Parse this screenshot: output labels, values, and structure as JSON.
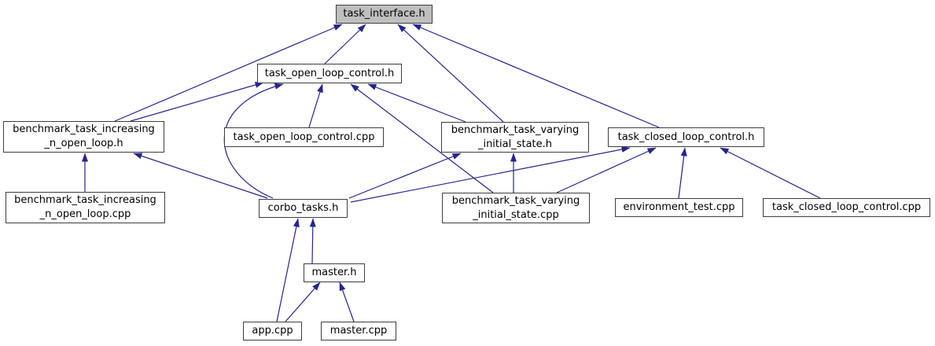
{
  "graph": {
    "title": "task_interface.h include dependency graph",
    "style": {
      "edge_color": "#24248f",
      "node_border_color": "#3d3d3d",
      "node_fill": "#ffffff",
      "root_fill": "#bfbfbf",
      "background": "#ffffff"
    },
    "nodes": [
      {
        "id": "task_interface.h",
        "label": "task_interface.h",
        "is_root": true
      },
      {
        "id": "task_open_loop_control.h",
        "label": "task_open_loop_control.h",
        "is_root": false
      },
      {
        "id": "task_open_loop_control.cpp",
        "label": "task_open_loop_control.cpp",
        "is_root": false
      },
      {
        "id": "benchmark_task_increasing_n_open_loop.h",
        "label": "benchmark_task_increasing\n_n_open_loop.h",
        "is_root": false
      },
      {
        "id": "benchmark_task_increasing_n_open_loop.cpp",
        "label": "benchmark_task_increasing\n_n_open_loop.cpp",
        "is_root": false
      },
      {
        "id": "benchmark_task_varying_initial_state.h",
        "label": "benchmark_task_varying\n_initial_state.h",
        "is_root": false
      },
      {
        "id": "benchmark_task_varying_initial_state.cpp",
        "label": "benchmark_task_varying\n_initial_state.cpp",
        "is_root": false
      },
      {
        "id": "task_closed_loop_control.h",
        "label": "task_closed_loop_control.h",
        "is_root": false
      },
      {
        "id": "environment_test.cpp",
        "label": "environment_test.cpp",
        "is_root": false
      },
      {
        "id": "task_closed_loop_control.cpp",
        "label": "task_closed_loop_control.cpp",
        "is_root": false
      },
      {
        "id": "corbo_tasks.h",
        "label": "corbo_tasks.h",
        "is_root": false
      },
      {
        "id": "master.h",
        "label": "master.h",
        "is_root": false
      },
      {
        "id": "app.cpp",
        "label": "app.cpp",
        "is_root": false
      },
      {
        "id": "master.cpp",
        "label": "master.cpp",
        "is_root": false
      }
    ],
    "edges": [
      {
        "from": "task_open_loop_control.h",
        "to": "task_interface.h"
      },
      {
        "from": "benchmark_task_increasing_n_open_loop.h",
        "to": "task_interface.h"
      },
      {
        "from": "benchmark_task_varying_initial_state.h",
        "to": "task_interface.h"
      },
      {
        "from": "task_closed_loop_control.h",
        "to": "task_interface.h"
      },
      {
        "from": "benchmark_task_increasing_n_open_loop.h",
        "to": "task_open_loop_control.h"
      },
      {
        "from": "task_open_loop_control.cpp",
        "to": "task_open_loop_control.h"
      },
      {
        "from": "corbo_tasks.h",
        "to": "task_open_loop_control.h"
      },
      {
        "from": "benchmark_task_varying_initial_state.h",
        "to": "task_open_loop_control.h"
      },
      {
        "from": "benchmark_task_varying_initial_state.cpp",
        "to": "task_open_loop_control.h"
      },
      {
        "from": "benchmark_task_increasing_n_open_loop.cpp",
        "to": "benchmark_task_increasing_n_open_loop.h"
      },
      {
        "from": "corbo_tasks.h",
        "to": "benchmark_task_increasing_n_open_loop.h"
      },
      {
        "from": "benchmark_task_varying_initial_state.cpp",
        "to": "benchmark_task_varying_initial_state.h"
      },
      {
        "from": "corbo_tasks.h",
        "to": "benchmark_task_varying_initial_state.h"
      },
      {
        "from": "corbo_tasks.h",
        "to": "task_closed_loop_control.h"
      },
      {
        "from": "benchmark_task_varying_initial_state.cpp",
        "to": "task_closed_loop_control.h"
      },
      {
        "from": "environment_test.cpp",
        "to": "task_closed_loop_control.h"
      },
      {
        "from": "task_closed_loop_control.cpp",
        "to": "task_closed_loop_control.h"
      },
      {
        "from": "master.h",
        "to": "corbo_tasks.h"
      },
      {
        "from": "app.cpp",
        "to": "corbo_tasks.h"
      },
      {
        "from": "app.cpp",
        "to": "master.h"
      },
      {
        "from": "master.cpp",
        "to": "master.h"
      }
    ]
  }
}
